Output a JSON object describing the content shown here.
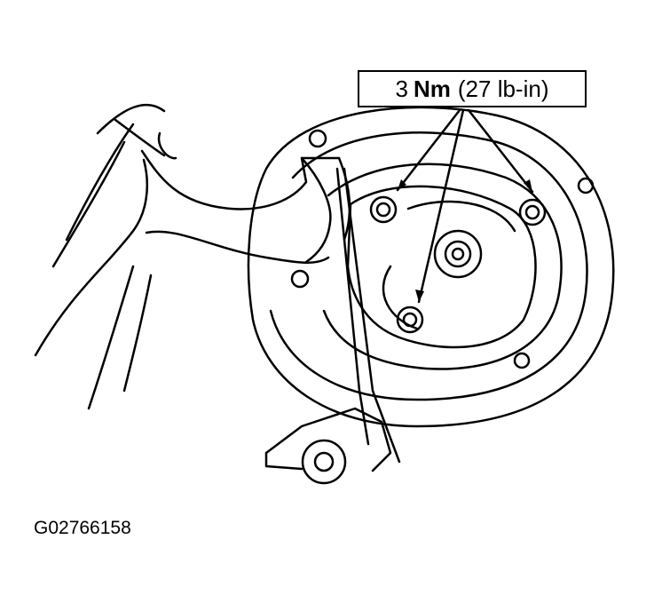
{
  "callout": {
    "value": "3",
    "unit": "Nm",
    "alt": "(27 lb-in)"
  },
  "figure_id": "G02766158"
}
